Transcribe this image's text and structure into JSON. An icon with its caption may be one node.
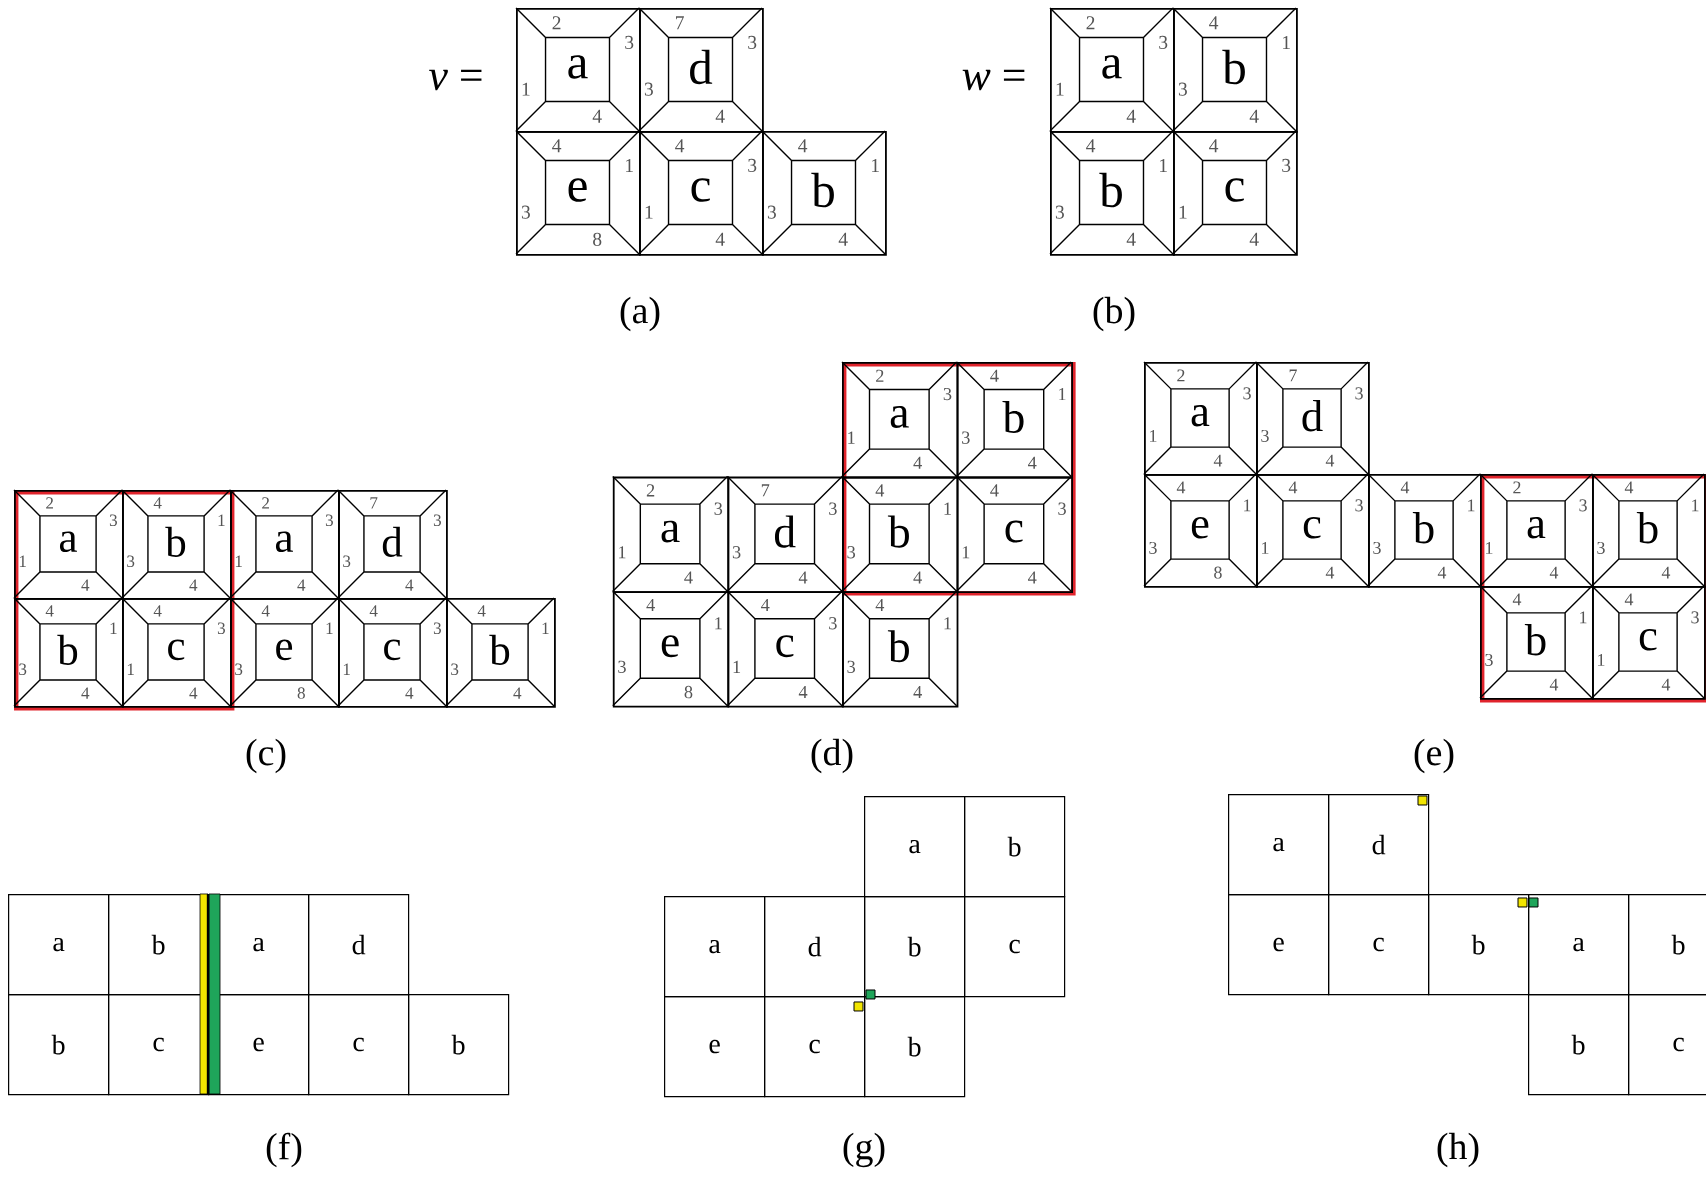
{
  "diagram": {
    "nodes": [
      {
        "text": [
          "a",
          "2",
          "3",
          "4",
          "1"
        ]
      },
      {
        "text": [
          "d",
          "7",
          "3",
          "4",
          "3"
        ]
      },
      {
        "text": [
          "e",
          "4",
          "1",
          "8",
          "3"
        ]
      },
      {
        "text": [
          "c",
          "4",
          "3",
          "4",
          "1"
        ]
      },
      {
        "text": [
          "b",
          "4",
          "1",
          "4",
          "3"
        ]
      },
      {
        "text": [
          "a",
          "2",
          "3",
          "4",
          "1"
        ]
      },
      {
        "text": [
          "b",
          "4",
          "1",
          "4",
          "3"
        ]
      },
      {
        "text": [
          "b",
          "4",
          "1",
          "4",
          "3"
        ]
      },
      {
        "text": [
          "c",
          "4",
          "3",
          "4",
          "1"
        ]
      },
      {
        "text": [],
        "shape": "box"
      },
      {
        "text": [
          "a",
          "2",
          "3",
          "4",
          "1"
        ],
        "in": 9
      },
      {
        "text": [
          "b",
          "4",
          "1",
          "4",
          "3"
        ],
        "in": 9
      },
      {
        "text": [
          "b",
          "4",
          "1",
          "4",
          "3"
        ],
        "in": 9
      },
      {
        "text": [
          "c",
          "4",
          "3",
          "4",
          "1"
        ],
        "in": 9
      },
      {
        "text": [
          "a",
          "2",
          "3",
          "4",
          "1"
        ]
      },
      {
        "text": [
          "d",
          "7",
          "3",
          "4",
          "3"
        ]
      },
      {
        "text": [
          "e",
          "4",
          "1",
          "8",
          "3"
        ]
      },
      {
        "text": [
          "c",
          "4",
          "3",
          "4",
          "1"
        ]
      },
      {
        "text": [
          "b",
          "4",
          "1",
          "4",
          "3"
        ]
      },
      {
        "text": [],
        "shape": "box"
      },
      {
        "text": [
          "a",
          "2",
          "3",
          "4",
          "1"
        ],
        "in": 19
      },
      {
        "text": [
          "b",
          "4",
          "1",
          "4",
          "3"
        ],
        "in": 19
      },
      {
        "text": [
          "b",
          "4",
          "1",
          "4",
          "3"
        ],
        "in": 19
      },
      {
        "text": [
          "c",
          "4",
          "3",
          "4",
          "1"
        ],
        "in": 19
      },
      {
        "text": [
          "a",
          "2",
          "3",
          "4",
          "1"
        ]
      },
      {
        "text": [
          "d",
          "7",
          "3",
          "4",
          "3"
        ]
      },
      {
        "text": [
          "e",
          "4",
          "1",
          "8",
          "3"
        ]
      },
      {
        "text": [
          "c",
          "4",
          "3",
          "4",
          "1"
        ]
      },
      {
        "text": [
          "b",
          "4",
          "1",
          "4",
          "3"
        ]
      },
      {
        "text": [
          "a",
          "2",
          "3",
          "4",
          "1"
        ]
      },
      {
        "text": [
          "d",
          "7",
          "3",
          "4",
          "3"
        ]
      },
      {
        "text": [
          "e",
          "4",
          "1",
          "8",
          "3"
        ]
      },
      {
        "text": [
          "c",
          "4",
          "3",
          "4",
          "1"
        ]
      },
      {
        "text": [
          "b",
          "4",
          "1",
          "4",
          "3"
        ]
      },
      {
        "text": [],
        "shape": "box"
      },
      {
        "text": [
          "a",
          "2",
          "3",
          "4",
          "1"
        ],
        "in": 34
      },
      {
        "text": [
          "b",
          "4",
          "1",
          "4",
          "3"
        ],
        "in": 34
      },
      {
        "text": [
          "b",
          "4",
          "1",
          "4",
          "3"
        ],
        "in": 34
      },
      {
        "text": [
          "c",
          "4",
          "3",
          "4",
          "1"
        ],
        "in": 34
      },
      {
        "text": [
          "a"
        ]
      },
      {
        "text": [
          "b"
        ]
      },
      {
        "text": [
          "a"
        ]
      },
      {
        "text": [
          "d"
        ]
      },
      {
        "text": [
          "b"
        ]
      },
      {
        "text": [
          "c"
        ]
      },
      {
        "text": [
          "e"
        ]
      },
      {
        "text": [
          "c"
        ]
      },
      {
        "text": [
          "b"
        ]
      },
      {
        "text": [
          "a"
        ]
      },
      {
        "text": [
          "b"
        ]
      },
      {
        "text": [
          "a"
        ]
      },
      {
        "text": [
          "d"
        ]
      },
      {
        "text": [
          "b"
        ]
      },
      {
        "text": [
          "c"
        ]
      },
      {
        "text": [
          "e"
        ]
      },
      {
        "text": [
          "c"
        ]
      },
      {
        "text": [
          "b"
        ]
      },
      {
        "text": [
          "a"
        ]
      },
      {
        "text": [
          "d"
        ]
      },
      {
        "text": [
          "e"
        ]
      },
      {
        "text": [
          "c"
        ]
      },
      {
        "text": [
          "b"
        ]
      },
      {
        "text": [
          "a"
        ]
      },
      {
        "text": [
          "b"
        ]
      },
      {
        "text": [
          "b"
        ]
      },
      {
        "text": [
          "c"
        ]
      }
    ],
    "labels": [
      "*v* =",
      "*w* =",
      "(a)",
      "(b)",
      "(c)",
      "(d)",
      "(e)",
      "(f)",
      "(g)",
      "(h)"
    ]
  }
}
